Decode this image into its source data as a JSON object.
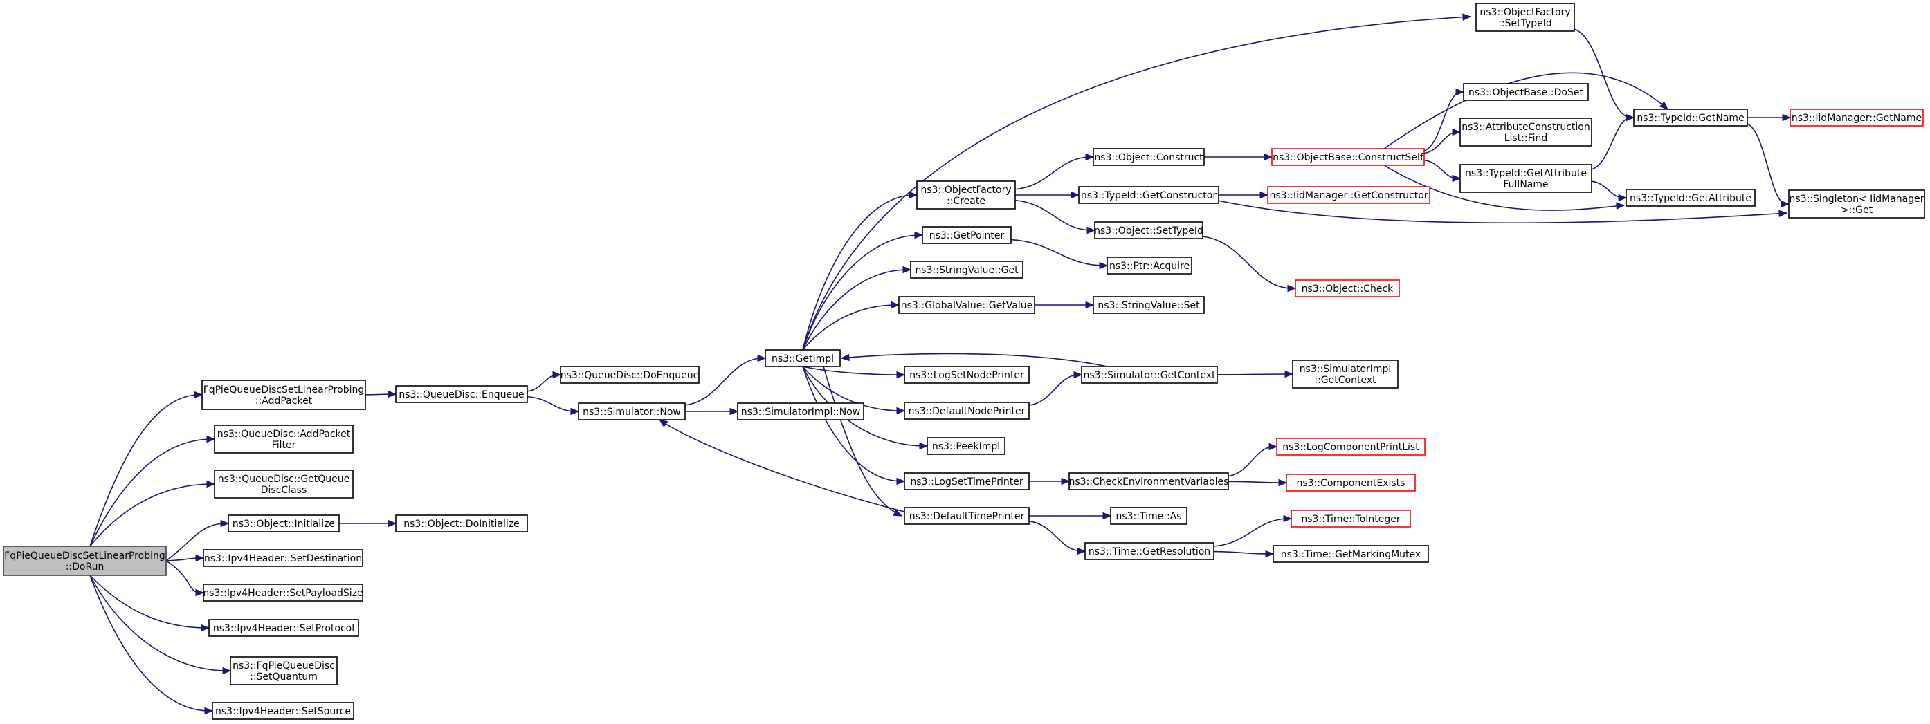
{
  "diagram": {
    "type": "call-graph",
    "colors": {
      "edge": "#191970",
      "node_border": "#000000",
      "node_border_external": "#ff0000",
      "root_fill": "#bfbfbf"
    },
    "nodes": [
      {
        "id": "root",
        "lines": [
          "FqPieQueueDiscSetLinearProbing",
          "::DoRun"
        ],
        "style": "root"
      },
      {
        "id": "addpacket",
        "lines": [
          "FqPieQueueDiscSetLinearProbing",
          "::AddPacket"
        ]
      },
      {
        "id": "addpacketfilter",
        "lines": [
          "ns3::QueueDisc::AddPacket",
          "Filter"
        ]
      },
      {
        "id": "getqueuedisc",
        "lines": [
          "ns3::QueueDisc::GetQueue",
          "DiscClass"
        ]
      },
      {
        "id": "objinit",
        "lines": [
          "ns3::Object::Initialize"
        ]
      },
      {
        "id": "setdest",
        "lines": [
          "ns3::Ipv4Header::SetDestination"
        ]
      },
      {
        "id": "setpayload",
        "lines": [
          "ns3::Ipv4Header::SetPayloadSize"
        ]
      },
      {
        "id": "setproto",
        "lines": [
          "ns3::Ipv4Header::SetProtocol"
        ]
      },
      {
        "id": "setquantum",
        "lines": [
          "ns3::FqPieQueueDisc",
          "::SetQuantum"
        ]
      },
      {
        "id": "setsource",
        "lines": [
          "ns3::Ipv4Header::SetSource"
        ]
      },
      {
        "id": "enqueue",
        "lines": [
          "ns3::QueueDisc::Enqueue"
        ]
      },
      {
        "id": "doinit",
        "lines": [
          "ns3::Object::DoInitialize"
        ]
      },
      {
        "id": "doenqueue",
        "lines": [
          "ns3::QueueDisc::DoEnqueue"
        ]
      },
      {
        "id": "simnow",
        "lines": [
          "ns3::Simulator::Now"
        ]
      },
      {
        "id": "simimplnow",
        "lines": [
          "ns3::SimulatorImpl::Now"
        ]
      },
      {
        "id": "getimpl",
        "lines": [
          "ns3::GetImpl"
        ]
      },
      {
        "id": "objfactcreate",
        "lines": [
          "ns3::ObjectFactory",
          "::Create"
        ]
      },
      {
        "id": "getpointer",
        "lines": [
          "ns3::GetPointer"
        ]
      },
      {
        "id": "strvalget",
        "lines": [
          "ns3::StringValue::Get"
        ]
      },
      {
        "id": "globalvalget",
        "lines": [
          "ns3::GlobalValue::GetValue"
        ]
      },
      {
        "id": "logsetnode",
        "lines": [
          "ns3::LogSetNodePrinter"
        ]
      },
      {
        "id": "defaultnode",
        "lines": [
          "ns3::DefaultNodePrinter"
        ]
      },
      {
        "id": "peekimpl",
        "lines": [
          "ns3::PeekImpl"
        ]
      },
      {
        "id": "logsettime",
        "lines": [
          "ns3::LogSetTimePrinter"
        ]
      },
      {
        "id": "defaulttime",
        "lines": [
          "ns3::DefaultTimePrinter"
        ]
      },
      {
        "id": "objconstruct",
        "lines": [
          "ns3::Object::Construct"
        ]
      },
      {
        "id": "typeidgetctor",
        "lines": [
          "ns3::TypeId::GetConstructor"
        ]
      },
      {
        "id": "objsettypeid",
        "lines": [
          "ns3::Object::SetTypeId"
        ]
      },
      {
        "id": "ptracquire",
        "lines": [
          "ns3::Ptr::Acquire"
        ]
      },
      {
        "id": "strvalset",
        "lines": [
          "ns3::StringValue::Set"
        ]
      },
      {
        "id": "simgetctx",
        "lines": [
          "ns3::Simulator::GetContext"
        ]
      },
      {
        "id": "checkenv",
        "lines": [
          "ns3::CheckEnvironmentVariables"
        ]
      },
      {
        "id": "timeas",
        "lines": [
          "ns3::Time::As"
        ]
      },
      {
        "id": "timegetres",
        "lines": [
          "ns3::Time::GetResolution"
        ]
      },
      {
        "id": "objfactsettypeid",
        "lines": [
          "ns3::ObjectFactory",
          "::SetTypeId"
        ]
      },
      {
        "id": "objbasectorself",
        "lines": [
          "ns3::ObjectBase::ConstructSelf"
        ],
        "style": "red"
      },
      {
        "id": "iidmgrgetctor",
        "lines": [
          "ns3::IidManager::GetConstructor"
        ],
        "style": "red"
      },
      {
        "id": "objcheck",
        "lines": [
          "ns3::Object::Check"
        ],
        "style": "red"
      },
      {
        "id": "simimplgetctx",
        "lines": [
          "ns3::SimulatorImpl",
          "::GetContext"
        ]
      },
      {
        "id": "logcompprint",
        "lines": [
          "ns3::LogComponentPrintList"
        ],
        "style": "red"
      },
      {
        "id": "compexists",
        "lines": [
          "ns3::ComponentExists"
        ],
        "style": "red"
      },
      {
        "id": "timetoint",
        "lines": [
          "ns3::Time::ToInteger"
        ],
        "style": "red"
      },
      {
        "id": "timemutex",
        "lines": [
          "ns3::Time::GetMarkingMutex"
        ]
      },
      {
        "id": "objbasedoset",
        "lines": [
          "ns3::ObjectBase::DoSet"
        ]
      },
      {
        "id": "attrconstrfind",
        "lines": [
          "ns3::AttributeConstruction",
          "List::Find"
        ]
      },
      {
        "id": "typeidgetattrfull",
        "lines": [
          "ns3::TypeId::GetAttribute",
          "FullName"
        ]
      },
      {
        "id": "typeidgetname",
        "lines": [
          "ns3::TypeId::GetName"
        ]
      },
      {
        "id": "typeidgetattr",
        "lines": [
          "ns3::TypeId::GetAttribute"
        ]
      },
      {
        "id": "singletonget",
        "lines": [
          "ns3::Singleton< IidManager",
          ">::Get"
        ]
      },
      {
        "id": "iidmgrgetname",
        "lines": [
          "ns3::IidManager::GetName"
        ],
        "style": "red"
      }
    ],
    "edges": [
      [
        "root",
        "addpacket"
      ],
      [
        "root",
        "addpacketfilter"
      ],
      [
        "root",
        "getqueuedisc"
      ],
      [
        "root",
        "objinit"
      ],
      [
        "root",
        "setdest"
      ],
      [
        "root",
        "setpayload"
      ],
      [
        "root",
        "setproto"
      ],
      [
        "root",
        "setquantum"
      ],
      [
        "root",
        "setsource"
      ],
      [
        "addpacket",
        "enqueue"
      ],
      [
        "enqueue",
        "doenqueue"
      ],
      [
        "enqueue",
        "simnow"
      ],
      [
        "objinit",
        "doinit"
      ],
      [
        "simnow",
        "getimpl"
      ],
      [
        "simnow",
        "simimplnow"
      ],
      [
        "getimpl",
        "objfactsettypeid"
      ],
      [
        "getimpl",
        "objfactcreate"
      ],
      [
        "getimpl",
        "getpointer"
      ],
      [
        "getimpl",
        "strvalget"
      ],
      [
        "getimpl",
        "globalvalget"
      ],
      [
        "getimpl",
        "logsetnode"
      ],
      [
        "getimpl",
        "defaultnode"
      ],
      [
        "getimpl",
        "peekimpl"
      ],
      [
        "getimpl",
        "logsettime"
      ],
      [
        "getimpl",
        "defaulttime"
      ],
      [
        "objfactcreate",
        "objconstruct"
      ],
      [
        "objfactcreate",
        "typeidgetctor"
      ],
      [
        "objfactcreate",
        "objsettypeid"
      ],
      [
        "getpointer",
        "ptracquire"
      ],
      [
        "globalvalget",
        "strvalset"
      ],
      [
        "defaultnode",
        "simgetctx"
      ],
      [
        "simgetctx",
        "getimpl"
      ],
      [
        "simgetctx",
        "simimplgetctx"
      ],
      [
        "logsettime",
        "checkenv"
      ],
      [
        "defaulttime",
        "simnow"
      ],
      [
        "defaulttime",
        "timeas"
      ],
      [
        "defaulttime",
        "timegetres"
      ],
      [
        "objconstruct",
        "objbasectorself"
      ],
      [
        "typeidgetctor",
        "iidmgrgetctor"
      ],
      [
        "typeidgetctor",
        "singletonget"
      ],
      [
        "objsettypeid",
        "objcheck"
      ],
      [
        "checkenv",
        "logcompprint"
      ],
      [
        "checkenv",
        "compexists"
      ],
      [
        "timegetres",
        "timetoint"
      ],
      [
        "timegetres",
        "timemutex"
      ],
      [
        "objfactsettypeid",
        "typeidgetname"
      ],
      [
        "objbasectorself",
        "objbasedoset"
      ],
      [
        "objbasectorself",
        "attrconstrfind"
      ],
      [
        "objbasectorself",
        "typeidgetattrfull"
      ],
      [
        "objbasectorself",
        "typeidgetname"
      ],
      [
        "objbasectorself",
        "typeidgetattr"
      ],
      [
        "typeidgetattrfull",
        "typeidgetname"
      ],
      [
        "typeidgetattrfull",
        "typeidgetattr"
      ],
      [
        "typeidgetname",
        "iidmgrgetname"
      ],
      [
        "typeidgetname",
        "singletonget"
      ]
    ]
  }
}
